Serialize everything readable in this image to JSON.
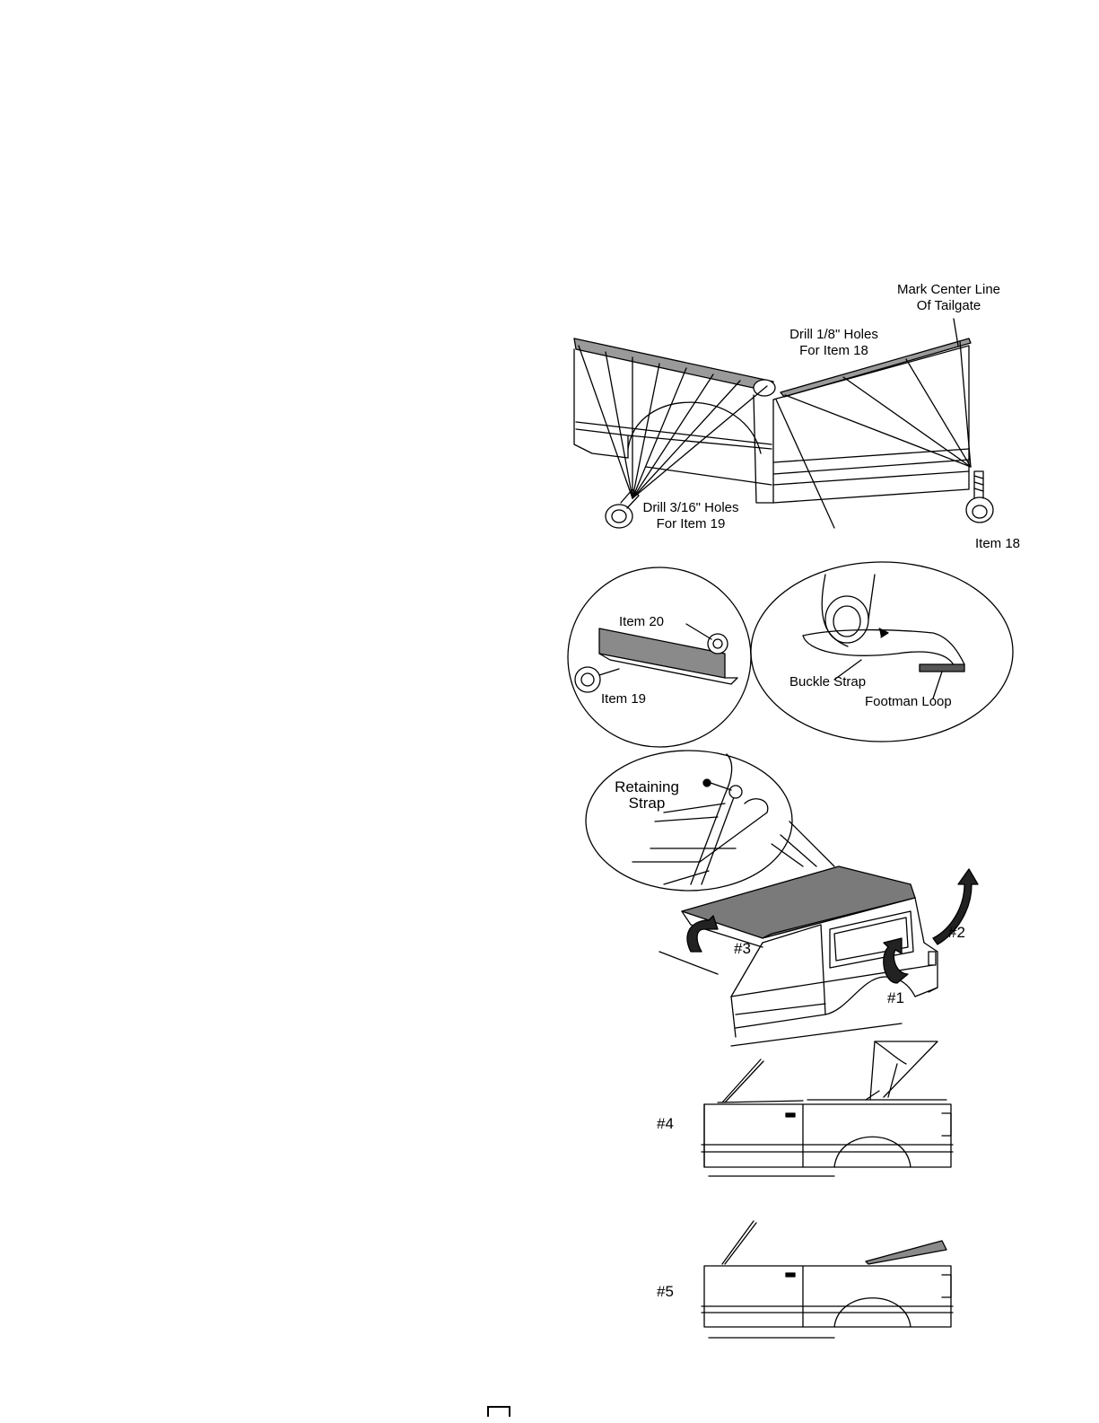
{
  "labels": {
    "mark_center_line": "Mark Center Line",
    "of_tailgate": "Of Tailgate",
    "drill_eighth_holes": "Drill 1/8\" Holes",
    "for_item_18": "For Item 18",
    "drill_3_16_holes": "Drill 3/16\" Holes",
    "for_item_19": "For Item 19",
    "item_18": "Item 18",
    "item_20": "Item 20",
    "item_19": "Item 19",
    "buckle_strap": "Buckle Strap",
    "footman_loop": "Footman Loop",
    "retaining": "Retaining",
    "strap": "Strap",
    "step_1": "#1",
    "step_2": "#2",
    "step_3": "#3",
    "step_4": "#4",
    "step_5": "#5"
  },
  "colors": {
    "line": "#000000",
    "panel_fill": "#8a8a8a",
    "top_fill": "#7a7a7a",
    "rail_fill": "#9a9a9a"
  }
}
